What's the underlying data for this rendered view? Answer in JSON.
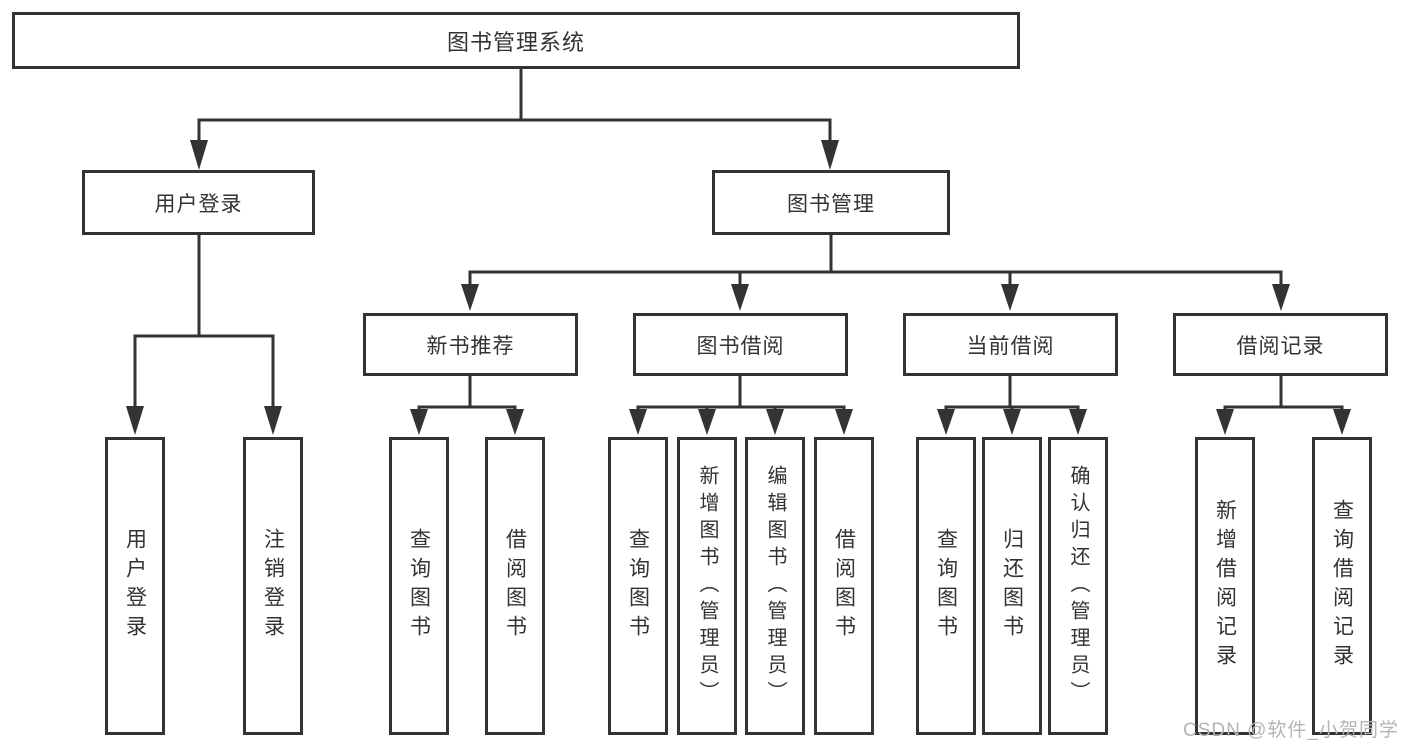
{
  "diagram": {
    "type": "tree",
    "colors": {
      "line": "#333333",
      "text": "#333333",
      "box_background": "#ffffff",
      "watermark": "#b4b4b4"
    },
    "nodes": {
      "root": {
        "label": "图书管理系统"
      },
      "level2": [
        {
          "label": "用户登录",
          "parent": "图书管理系统"
        },
        {
          "label": "图书管理",
          "parent": "图书管理系统"
        }
      ],
      "level3": [
        {
          "label": "新书推荐",
          "parent": "图书管理"
        },
        {
          "label": "图书借阅",
          "parent": "图书管理"
        },
        {
          "label": "当前借阅",
          "parent": "图书管理"
        },
        {
          "label": "借阅记录",
          "parent": "图书管理"
        }
      ],
      "leaves": [
        {
          "label": "用户登录",
          "parent": "用户登录"
        },
        {
          "label": "注销登录",
          "parent": "用户登录"
        },
        {
          "label": "查询图书",
          "parent": "新书推荐"
        },
        {
          "label": "借阅图书",
          "parent": "新书推荐"
        },
        {
          "label": "查询图书",
          "parent": "图书借阅"
        },
        {
          "label": "新增图书（管理员）",
          "parent": "图书借阅"
        },
        {
          "label": "编辑图书（管理员）",
          "parent": "图书借阅"
        },
        {
          "label": "借阅图书",
          "parent": "图书借阅"
        },
        {
          "label": "查询图书",
          "parent": "当前借阅"
        },
        {
          "label": "归还图书",
          "parent": "当前借阅"
        },
        {
          "label": "确认归还（管理员）",
          "parent": "当前借阅"
        },
        {
          "label": "新增借阅记录",
          "parent": "借阅记录"
        },
        {
          "label": "查询借阅记录",
          "parent": "借阅记录"
        }
      ]
    },
    "watermark": {
      "text": "CSDN @软件_小贺同学"
    }
  }
}
